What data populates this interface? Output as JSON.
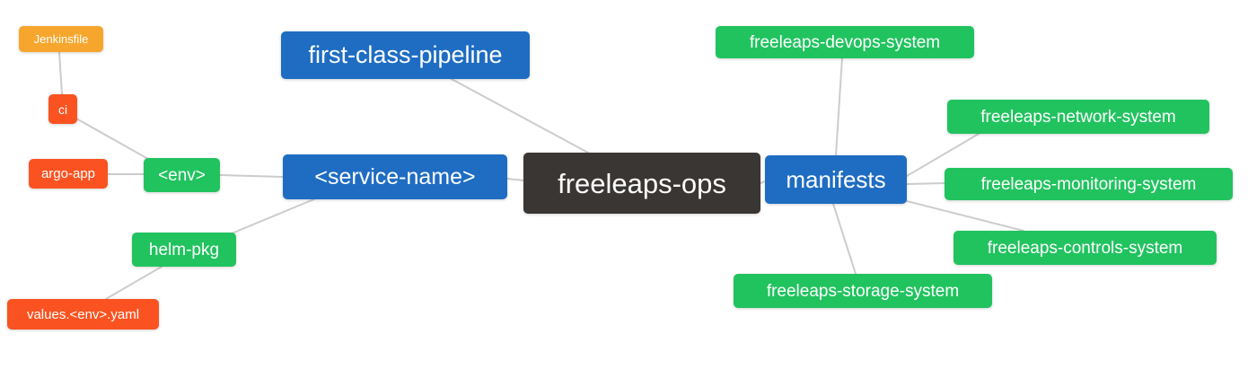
{
  "diagram": {
    "type": "mindmap",
    "root_label": "freeleaps-ops",
    "palette": {
      "dark": "#3a3633",
      "blue": "#1f6dc2",
      "green": "#21c35f",
      "red": "#fa5321",
      "amber": "#f7a62d",
      "line": "#cccccc",
      "text": "#ffffff",
      "background": "#ffffff"
    },
    "nodes": [
      {
        "id": "freeleaps-ops",
        "label": "freeleaps-ops",
        "level": 0,
        "color": "dark"
      },
      {
        "id": "first-class-pipeline",
        "label": "first-class-pipeline",
        "level": 1,
        "color": "blue"
      },
      {
        "id": "service-name",
        "label": "<service-name>",
        "level": 1,
        "color": "blue"
      },
      {
        "id": "manifests",
        "label": "manifests",
        "level": 1,
        "color": "blue"
      },
      {
        "id": "env",
        "label": "<env>",
        "level": 2,
        "color": "green"
      },
      {
        "id": "helm-pkg",
        "label": "helm-pkg",
        "level": 2,
        "color": "green"
      },
      {
        "id": "freeleaps-devops-system",
        "label": "freeleaps-devops-system",
        "level": 2,
        "color": "green"
      },
      {
        "id": "freeleaps-network-system",
        "label": "freeleaps-network-system",
        "level": 2,
        "color": "green"
      },
      {
        "id": "freeleaps-monitoring-system",
        "label": "freeleaps-monitoring-system",
        "level": 2,
        "color": "green"
      },
      {
        "id": "freeleaps-controls-system",
        "label": "freeleaps-controls-system",
        "level": 2,
        "color": "green"
      },
      {
        "id": "freeleaps-storage-system",
        "label": "freeleaps-storage-system",
        "level": 2,
        "color": "green"
      },
      {
        "id": "ci",
        "label": "ci",
        "level": 3,
        "color": "red"
      },
      {
        "id": "argo-app",
        "label": "argo-app",
        "level": 3,
        "color": "red"
      },
      {
        "id": "values-env-yaml",
        "label": "values.<env>.yaml",
        "level": 3,
        "color": "red"
      },
      {
        "id": "jenkinsfile",
        "label": "Jenkinsfile",
        "level": 4,
        "color": "amber"
      }
    ],
    "edges": [
      {
        "from": "jenkinsfile",
        "to": "ci"
      },
      {
        "from": "ci",
        "to": "env"
      },
      {
        "from": "argo-app",
        "to": "env"
      },
      {
        "from": "env",
        "to": "service-name"
      },
      {
        "from": "helm-pkg",
        "to": "service-name"
      },
      {
        "from": "values-env-yaml",
        "to": "helm-pkg"
      },
      {
        "from": "first-class-pipeline",
        "to": "freeleaps-ops"
      },
      {
        "from": "service-name",
        "to": "freeleaps-ops"
      },
      {
        "from": "freeleaps-ops",
        "to": "manifests"
      },
      {
        "from": "freeleaps-devops-system",
        "to": "manifests"
      },
      {
        "from": "manifests",
        "to": "freeleaps-network-system"
      },
      {
        "from": "manifests",
        "to": "freeleaps-monitoring-system"
      },
      {
        "from": "manifests",
        "to": "freeleaps-controls-system"
      },
      {
        "from": "manifests",
        "to": "freeleaps-storage-system"
      }
    ]
  }
}
